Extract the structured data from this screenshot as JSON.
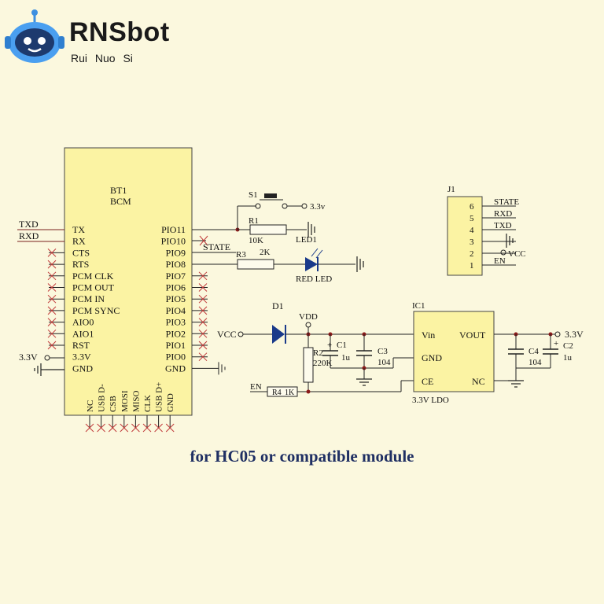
{
  "brand": {
    "name": "RNSbot",
    "subtitle": "Rui  Nuo Si"
  },
  "bt1": {
    "designator": "BT1",
    "chip": "BCM",
    "left_pins": [
      "TX",
      "RX",
      "CTS",
      "RTS",
      "PCM CLK",
      "PCM OUT",
      "PCM IN",
      "PCM SYNC",
      "AIO0",
      "AIO1",
      "RST",
      "3.3V",
      "GND"
    ],
    "right_pins": [
      "PIO11",
      "PIO10",
      "PIO9",
      "PIO8",
      "PIO7",
      "PIO6",
      "PIO5",
      "PIO4",
      "PIO3",
      "PIO2",
      "PIO1",
      "PIO0",
      "GND"
    ],
    "bottom_pins": [
      "NC",
      "USB D-",
      "CSB",
      "MOSI",
      "MISO",
      "CLK",
      "USB D+",
      "GND"
    ]
  },
  "nets": {
    "txd": "TXD",
    "rxd": "RXD",
    "v33_left": "3.3V",
    "state": "STATE",
    "vcc": "VCC",
    "vdd": "VDD",
    "en": "EN",
    "v33_out": "3.3V",
    "v33_s1": "3.3v"
  },
  "components": {
    "s1": "S1",
    "r1": "R1",
    "r1_val": "10K",
    "led1": "LED1",
    "r3": "R3",
    "r3_val": "2K",
    "red_led": "RED LED",
    "d1": "D1",
    "r2": "R2",
    "r2_val": "220K",
    "r4": "R4",
    "r4_val": "1K",
    "c1": "C1",
    "c1_val": "1u",
    "c3": "C3",
    "c3_val": "104",
    "c4": "C4",
    "c4_val": "104",
    "c2": "C2",
    "c2_val": "1u"
  },
  "ic1": {
    "designator": "IC1",
    "pins_left": [
      "Vin",
      "GND",
      "CE"
    ],
    "pins_right": [
      "VOUT",
      "NC"
    ],
    "label": "3.3V LDO"
  },
  "j1": {
    "designator": "J1",
    "pin_numbers": [
      "6",
      "5",
      "4",
      "3",
      "2",
      "1"
    ],
    "signals": [
      "STATE",
      "RXD",
      "TXD",
      "",
      "VCC",
      "EN"
    ]
  },
  "caption": "for HC05 or compatible module"
}
